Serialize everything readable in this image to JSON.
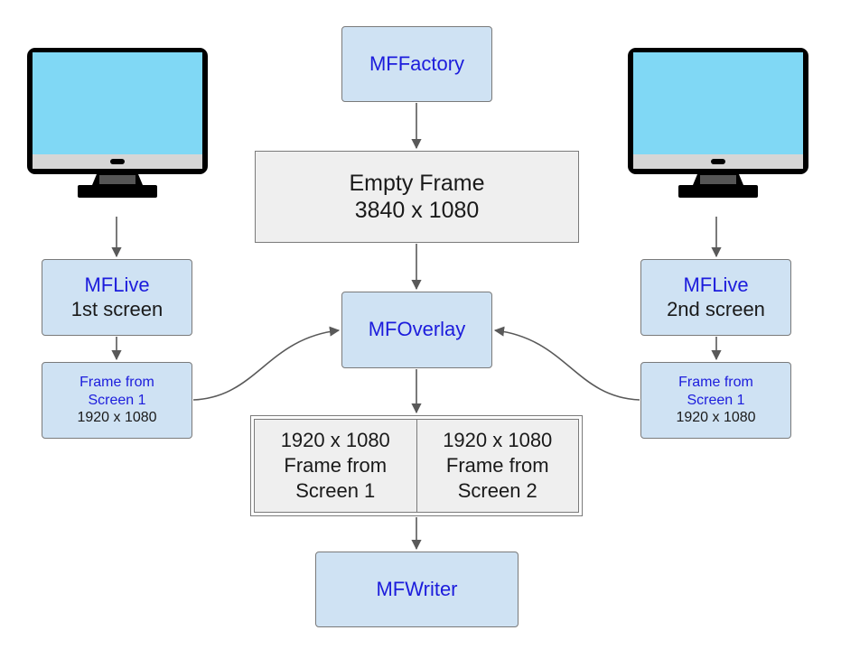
{
  "nodes": {
    "mffactory": {
      "label": "MFFactory"
    },
    "empty_frame": {
      "line1": "Empty Frame",
      "line2": "3840 x 1080"
    },
    "mfoverlay": {
      "label": "MFOverlay"
    },
    "mfwriter": {
      "label": "MFWriter"
    },
    "mflive_left": {
      "title": "MFLive",
      "subtitle": "1st screen"
    },
    "mflive_right": {
      "title": "MFLive",
      "subtitle": "2nd screen"
    },
    "frame_left": {
      "line1": "Frame from",
      "line2": "Screen 1",
      "line3": "1920 x 1080"
    },
    "frame_right": {
      "line1": "Frame from",
      "line2": "Screen 1",
      "line3": "1920 x 1080"
    },
    "combined": {
      "left": {
        "line1": "1920 x 1080",
        "line2": "Frame from",
        "line3": "Screen 1"
      },
      "right": {
        "line1": "1920 x 1080",
        "line2": "Frame from",
        "line3": "Screen 2"
      }
    }
  },
  "icons": {
    "left_monitor": "monitor-icon",
    "right_monitor": "monitor-icon"
  },
  "colors": {
    "box_fill": "#cfe2f3",
    "gray_fill": "#efefef",
    "label_blue": "#1c1cdc",
    "screen_blue": "#80d8f5",
    "connector": "#595959"
  }
}
